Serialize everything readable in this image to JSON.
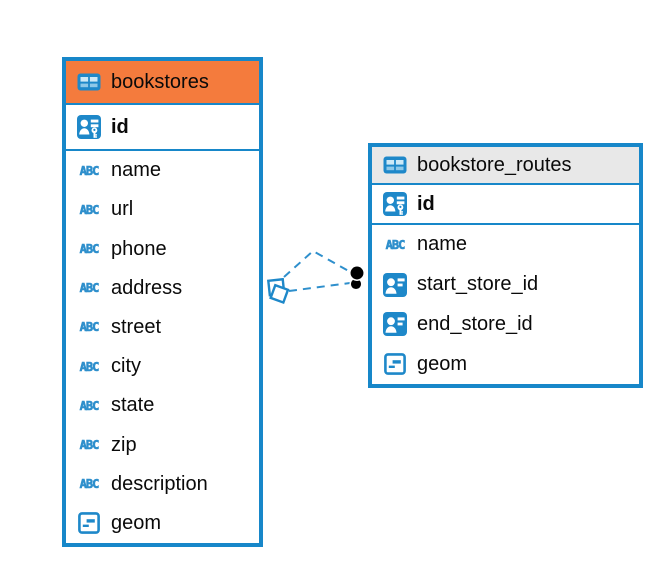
{
  "diagram": {
    "icons": {
      "text_type_label": "ABC"
    },
    "colors": {
      "table_border": "#1787C9",
      "icon_blue": "#1E88C9",
      "icon_light_blue": "#8EC8E8",
      "abc_blue": "#2E8FCC",
      "bookstores_header_bg": "#F47B3D",
      "routes_header_bg": "#E8E8E8",
      "relation_line": "#2E8FCC",
      "relation_dot": "#000000"
    },
    "tables": [
      {
        "name": "bookstores",
        "columns": [
          {
            "name": "id",
            "type": "primary-key"
          },
          {
            "name": "name",
            "type": "text"
          },
          {
            "name": "url",
            "type": "text"
          },
          {
            "name": "phone",
            "type": "text"
          },
          {
            "name": "address",
            "type": "text"
          },
          {
            "name": "street",
            "type": "text"
          },
          {
            "name": "city",
            "type": "text"
          },
          {
            "name": "state",
            "type": "text"
          },
          {
            "name": "zip",
            "type": "text"
          },
          {
            "name": "description",
            "type": "text"
          },
          {
            "name": "geom",
            "type": "object"
          }
        ]
      },
      {
        "name": "bookstore_routes",
        "columns": [
          {
            "name": "id",
            "type": "primary-key"
          },
          {
            "name": "name",
            "type": "text"
          },
          {
            "name": "start_store_id",
            "type": "foreign-key"
          },
          {
            "name": "end_store_id",
            "type": "foreign-key"
          },
          {
            "name": "geom",
            "type": "object"
          }
        ]
      }
    ],
    "relations": [
      {
        "from": "bookstore_routes.start_store_id",
        "to": "bookstores.id"
      },
      {
        "from": "bookstore_routes.end_store_id",
        "to": "bookstores.id"
      }
    ]
  }
}
